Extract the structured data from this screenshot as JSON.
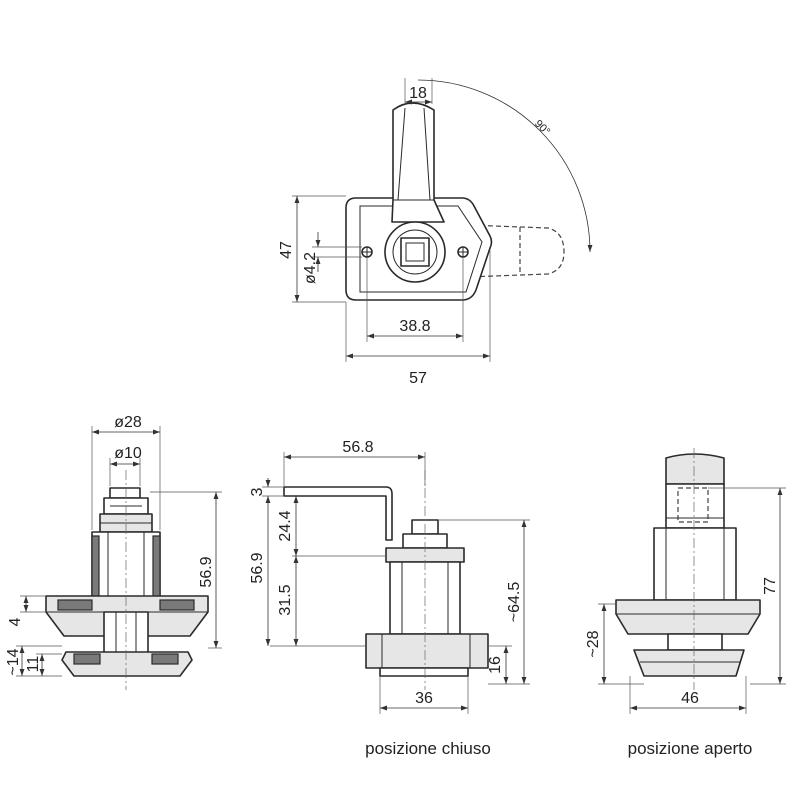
{
  "top_view": {
    "dim_lever_width": "18",
    "dim_rotation_angle": "90°",
    "dim_height": "47",
    "dim_hole_diameter": "ø4.2",
    "dim_hole_spacing": "38.8",
    "dim_width": "57"
  },
  "side_view": {
    "dim_outer_diameter": "ø28",
    "dim_inner_diameter": "ø10",
    "dim_total_height": "56.9",
    "dim_flange": "4",
    "dim_nut_14": "~14",
    "dim_nut_11": "11"
  },
  "closed_view": {
    "dim_lever_length": "56.8",
    "dim_lever_thickness": "3",
    "dim_upper": "24.4",
    "dim_total": "56.9",
    "dim_lower": "31.5",
    "dim_overall": "~64.5",
    "dim_base": "16",
    "dim_base_width": "36",
    "caption": "posizione chiuso"
  },
  "open_view": {
    "dim_height": "77",
    "dim_base": "~28",
    "dim_base_width": "46",
    "caption": "posizione aperto"
  }
}
